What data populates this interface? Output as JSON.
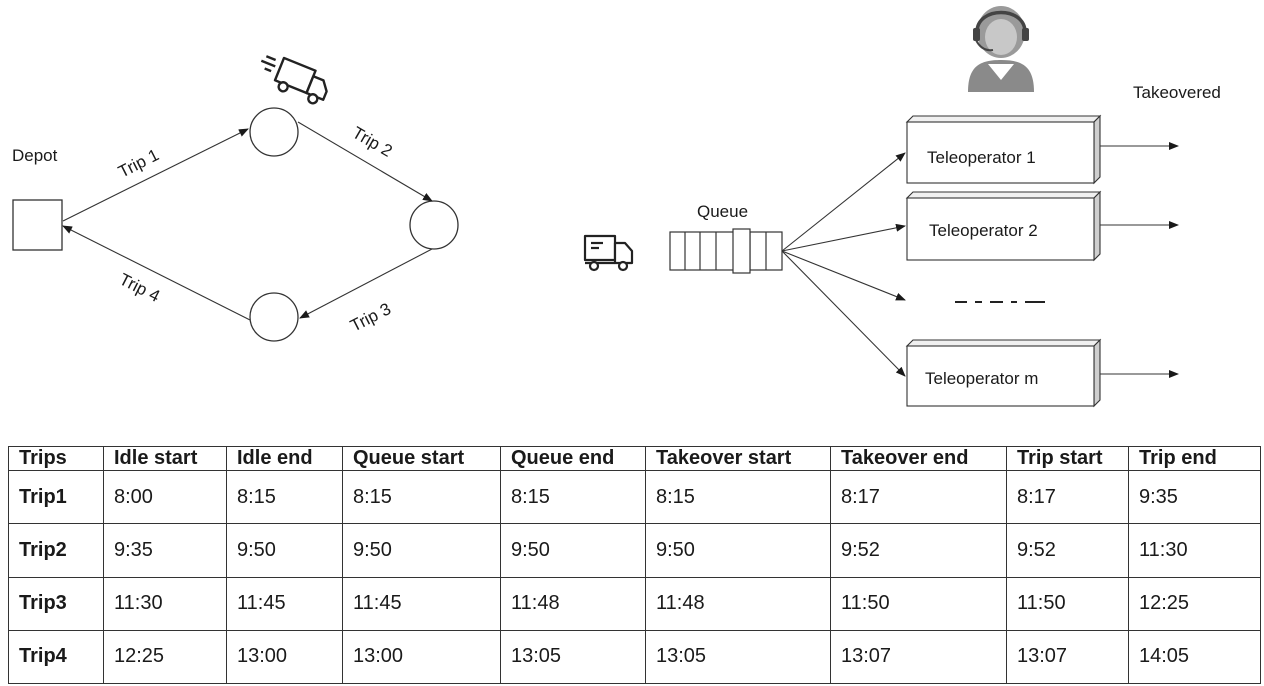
{
  "diagram": {
    "depot_label": "Depot",
    "trip_labels": [
      "Trip 1",
      "Trip 2",
      "Trip 3",
      "Trip 4"
    ],
    "queue_label": "Queue",
    "takeovered_label": "Takeovered",
    "teleoperators": [
      "Teleoperator 1",
      "Teleoperator 2",
      "Teleoperator m"
    ],
    "icons": [
      "fast-delivery-truck-icon",
      "delivery-truck-icon",
      "operator-headset-icon"
    ]
  },
  "table": {
    "headers": [
      "Trips",
      "Idle start",
      "Idle end",
      "Queue start",
      "Queue end",
      "Takeover start",
      "Takeover end",
      "Trip start",
      "Trip end"
    ],
    "rows": [
      [
        "Trip1",
        "8:00",
        "8:15",
        "8:15",
        "8:15",
        "8:15",
        "8:17",
        "8:17",
        "9:35"
      ],
      [
        "Trip2",
        "9:35",
        "9:50",
        "9:50",
        "9:50",
        "9:50",
        "9:52",
        "9:52",
        "11:30"
      ],
      [
        "Trip3",
        "11:30",
        "11:45",
        "11:45",
        "11:48",
        "11:48",
        "11:50",
        "11:50",
        "12:25"
      ],
      [
        "Trip4",
        "12:25",
        "13:00",
        "13:00",
        "13:05",
        "13:05",
        "13:07",
        "13:07",
        "14:05"
      ]
    ]
  }
}
